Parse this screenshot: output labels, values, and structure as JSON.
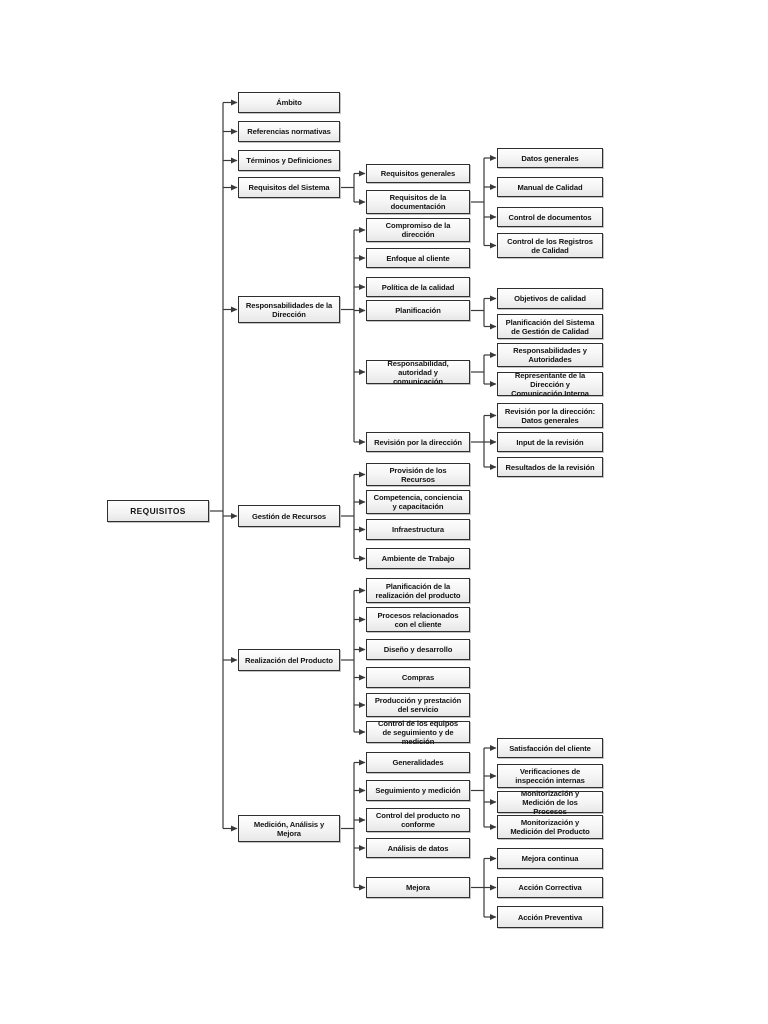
{
  "page": {
    "background": "#ffffff"
  },
  "diagram": {
    "type": "tree",
    "root": "requisitos",
    "colors": {
      "box_border": "#2f2f2f",
      "box_fill_top": "#fefefe",
      "box_fill_bottom": "#e7e7e7",
      "line": "#3a3a3a",
      "text": "#141414",
      "page_bg": "#ffffff"
    },
    "nodes": {
      "requisitos": "REQUISITOS",
      "ambito": "Ámbito",
      "referencias_normativas": "Referencias normativas",
      "terminos_definiciones": "Términos y Definiciones",
      "requisitos_sistema": "Requisitos del Sistema",
      "responsabilidades_direccion": "Responsabilidades de la\nDirección",
      "gestion_recursos": "Gestión de Recursos",
      "realizacion_producto": "Realización del Producto",
      "medicion_analisis_mejora": "Medición, Análisis y\nMejora",
      "requisitos_generales": "Requisitos generales",
      "requisitos_documentacion": "Requisitos de la\ndocumentación",
      "compromiso_direccion": "Compromiso de la\ndirección",
      "enfoque_cliente": "Enfoque al cliente",
      "politica_calidad": "Política de la calidad",
      "planificacion": "Planificación",
      "responsabilidad_autoridad": "Responsabilidad,\nautoridad y\ncomunicación",
      "revision_direccion": "Revisión por la dirección",
      "provision_recursos": "Provisión de los\nRecursos",
      "competencia_capacitacion": "Competencia, conciencia\ny capacitación",
      "infraestructura": "Infraestructura",
      "ambiente_trabajo": "Ambiente de Trabajo",
      "planificacion_realizacion": "Planificación de la\nrealización del producto",
      "procesos_cliente": "Procesos relacionados\ncon el cliente",
      "diseno_desarrollo": "Diseño y desarrollo",
      "compras": "Compras",
      "produccion_prestacion": "Producción y prestación\ndel servicio",
      "control_equipos": "Control de los equipos\nde seguimiento y de\nmedición",
      "generalidades": "Generalidades",
      "seguimiento_medicion": "Seguimiento y medición",
      "control_producto_no_conforme": "Control del producto no\nconforme",
      "analisis_datos": "Análisis de datos",
      "mejora": "Mejora",
      "datos_generales": "Datos generales",
      "manual_calidad": "Manual de Calidad",
      "control_documentos": "Control de documentos",
      "control_registros": "Control de los Registros\nde Calidad",
      "objetivos_calidad": "Objetivos de calidad",
      "planificacion_sistema": "Planificación del Sistema\nde Gestión de Calidad",
      "responsabilidades_autoridades": "Responsabilidades y\nAutoridades",
      "representante_direccion": "Representante de la\nDirección y\nComunicación Interna",
      "revision_datos_generales": "Revisión por la dirección:\nDatos generales",
      "input_revision": "Input de la revisión",
      "resultados_revision": "Resultados de la revisión",
      "satisfaccion_cliente": "Satisfacción del cliente",
      "verificaciones_inspeccion": "Verificaciones de\ninspección internas",
      "monitorizacion_procesos": "Monitorización y\nMedición de los\nProcesos",
      "monitorizacion_producto": "Monitorización y\nMedición del Producto",
      "mejora_continua": "Mejora continua",
      "accion_correctiva": "Acción Correctiva",
      "accion_preventiva": "Acción Preventiva"
    },
    "tree": {
      "requisitos": [
        "ambito",
        "referencias_normativas",
        "terminos_definiciones",
        "requisitos_sistema",
        "responsabilidades_direccion",
        "gestion_recursos",
        "realizacion_producto",
        "medicion_analisis_mejora"
      ],
      "requisitos_sistema": [
        "requisitos_generales",
        "requisitos_documentacion"
      ],
      "requisitos_documentacion": [
        "datos_generales",
        "manual_calidad",
        "control_documentos",
        "control_registros"
      ],
      "responsabilidades_direccion": [
        "compromiso_direccion",
        "enfoque_cliente",
        "politica_calidad",
        "planificacion",
        "responsabilidad_autoridad",
        "revision_direccion"
      ],
      "planificacion": [
        "objetivos_calidad",
        "planificacion_sistema"
      ],
      "responsabilidad_autoridad": [
        "responsabilidades_autoridades",
        "representante_direccion"
      ],
      "revision_direccion": [
        "revision_datos_generales",
        "input_revision",
        "resultados_revision"
      ],
      "gestion_recursos": [
        "provision_recursos",
        "competencia_capacitacion",
        "infraestructura",
        "ambiente_trabajo"
      ],
      "realizacion_producto": [
        "planificacion_realizacion",
        "procesos_cliente",
        "diseno_desarrollo",
        "compras",
        "produccion_prestacion",
        "control_equipos"
      ],
      "medicion_analisis_mejora": [
        "generalidades",
        "seguimiento_medicion",
        "control_producto_no_conforme",
        "analisis_datos",
        "mejora"
      ],
      "seguimiento_medicion": [
        "satisfaccion_cliente",
        "verificaciones_inspeccion",
        "monitorizacion_procesos",
        "monitorizacion_producto"
      ],
      "mejora": [
        "mejora_continua",
        "accion_correctiva",
        "accion_preventiva"
      ]
    }
  }
}
